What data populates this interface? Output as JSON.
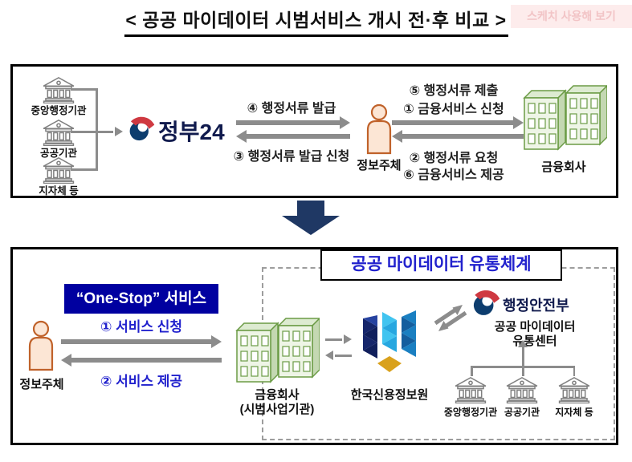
{
  "page": {
    "title": "< 공공 마이데이터 시범서비스 개시 전·후 비교 >",
    "watermark": "스케치 사용해 보기"
  },
  "colors": {
    "title_blue": "#2121cd",
    "onestop_navy": "#0000a0",
    "flow_label_blue": "#2121cd",
    "arrow_gray": "#8c8c8c",
    "down_arrow_navy": "#1f3864",
    "gov_logo_navy": "#0d3d6e",
    "gov_logo_red": "#cf3941",
    "building_green": "#6b9b45",
    "person_orange": "#c0622a",
    "cis_navy": "#16266b",
    "cis_cyan": "#41c4f0",
    "cis_blue": "#1a7fc1",
    "cis_gold": "#d9a11c"
  },
  "before": {
    "sources": [
      {
        "label": "중앙행정기관"
      },
      {
        "label": "공공기관"
      },
      {
        "label": "지자체 등"
      }
    ],
    "portal_name": "정부24",
    "flow_issue": "④ 행정서류 발급",
    "flow_issue_request": "③ 행정서류 발급 신청",
    "subject_label": "정보주체",
    "flow_submit": "⑤ 행정서류 제출",
    "flow_apply": "① 금융서비스 신청",
    "flow_request_docs": "② 행정서류 요청",
    "flow_provide": "⑥ 금융서비스 제공",
    "company_label": "금융회사"
  },
  "after": {
    "system_title": "공공 마이데이터 유통체계",
    "onestop_label": "“One-Stop” 서비스",
    "subject_label": "정보주체",
    "flow_apply": "① 서비스 신청",
    "flow_provide": "② 서비스 제공",
    "company_label_1": "금융회사",
    "company_label_2": "(시범사업기관)",
    "cis_label": "한국신용정보원",
    "mois_name": "행정안전부",
    "center_label_1": "공공 마이데이터",
    "center_label_2": "유통센터",
    "sources": [
      {
        "label": "중앙행정기관"
      },
      {
        "label": "공공기관"
      },
      {
        "label": "지자체 등"
      }
    ]
  }
}
